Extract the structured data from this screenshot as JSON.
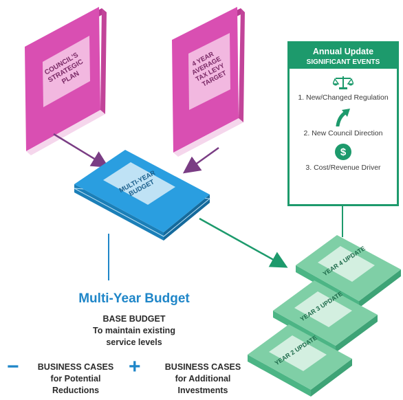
{
  "books": {
    "strategic_plan": "COUNCIL'S STRATEGIC PLAN",
    "tax_levy": "4 YEAR AVERAGE TAX LEVY TARGET",
    "multi_year_budget": "MULTI-YEAR BUDGET"
  },
  "updates": [
    "YEAR 4 UPDATE",
    "YEAR 3 UPDATE",
    "YEAR 2 UPDATE"
  ],
  "annual_update": {
    "title": "Annual Update",
    "subtitle": "SIGNIFICANT EVENTS",
    "events": [
      {
        "icon": "scales-icon",
        "label": "1. New/Changed Regulation"
      },
      {
        "icon": "arrow-up-icon",
        "label": "2. New Council Direction"
      },
      {
        "icon": "dollar-icon",
        "label": "3. Cost/Revenue Driver"
      }
    ]
  },
  "multi_year": {
    "title": "Multi-Year Budget",
    "base_title": "BASE BUDGET",
    "base_line1": "To maintain existing",
    "base_line2": "service levels"
  },
  "business_cases": {
    "minus_sign": "−",
    "plus_sign": "+",
    "left": {
      "line1": "BUSINESS CASES",
      "line2": "for Potential",
      "line3": "Reductions"
    },
    "right": {
      "line1": "BUSINESS CASES",
      "line2": "for Additional",
      "line3": "Investments"
    }
  },
  "colors": {
    "pink": "#d94fb2",
    "pink_label": "#f2b8e0",
    "blue": "#2a9ee0",
    "green": "#7fcfa6",
    "dark_green": "#1d9a6c",
    "accent_blue": "#1f86c8"
  }
}
